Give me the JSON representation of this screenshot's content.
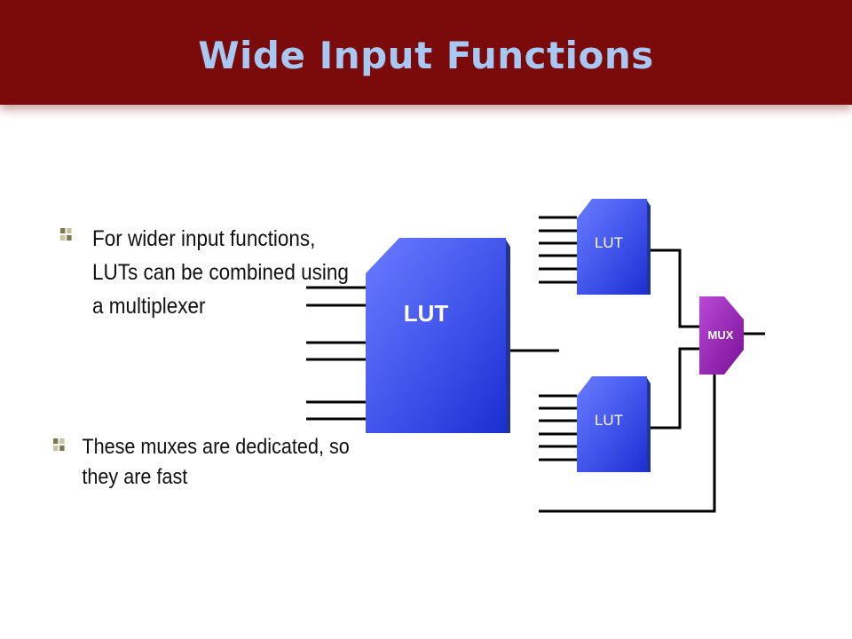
{
  "header": {
    "title": "Wide Input Functions",
    "bg_color": "#7b0a0a",
    "title_color": "#a7c8f2"
  },
  "bullets": [
    {
      "lines": [
        "For wider input functions,",
        "LUTs can be combined using",
        "a multiplexer"
      ]
    },
    {
      "lines": [
        "These muxes are dedicated, so",
        "they are fast"
      ]
    }
  ],
  "diagram": {
    "big_lut_label": "LUT",
    "top_lut_label": "LUT",
    "bottom_lut_label": "LUT",
    "mux_label": "MUX",
    "lut_color": "#3344dd",
    "mux_color": "#8e1aa8"
  }
}
